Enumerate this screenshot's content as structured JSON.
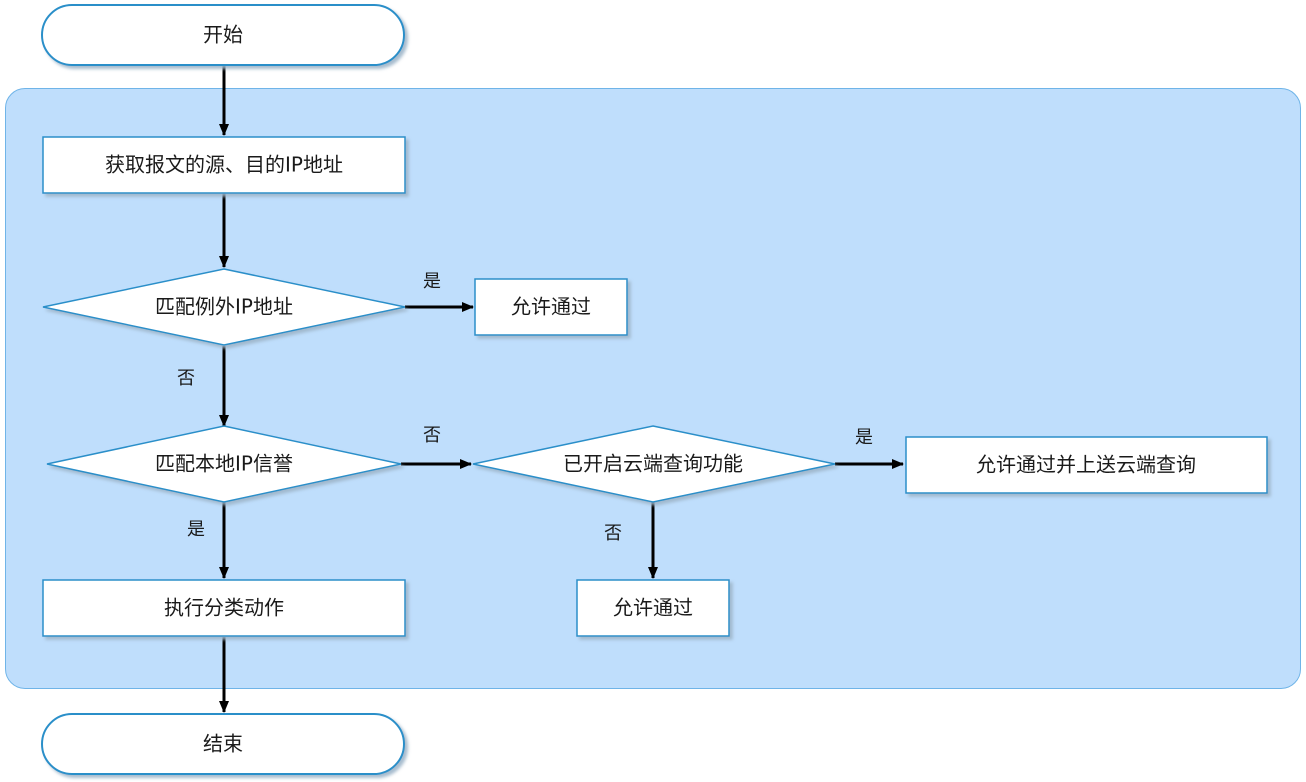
{
  "colors": {
    "panel_fill": "#bfdefc",
    "panel_border": "#6fb4e8",
    "node_border": "#2c8fc9",
    "node_fill": "#ffffff",
    "shadow": "#9db5c9",
    "arrow": "#000000"
  },
  "nodes": {
    "start": "开始",
    "get_addr": "获取报文的源、目的IP地址",
    "match_exception": "匹配例外IP地址",
    "allow_1": "允许通过",
    "match_local": "匹配本地IP信誉",
    "cloud_enabled": "已开启云端查询功能",
    "allow_upload": "允许通过并上送云端查询",
    "allow_2": "允许通过",
    "classify": "执行分类动作",
    "end": "结束"
  },
  "edges": {
    "exception_yes": "是",
    "exception_no": "否",
    "local_no": "否",
    "local_yes": "是",
    "cloud_yes": "是",
    "cloud_no": "否"
  }
}
